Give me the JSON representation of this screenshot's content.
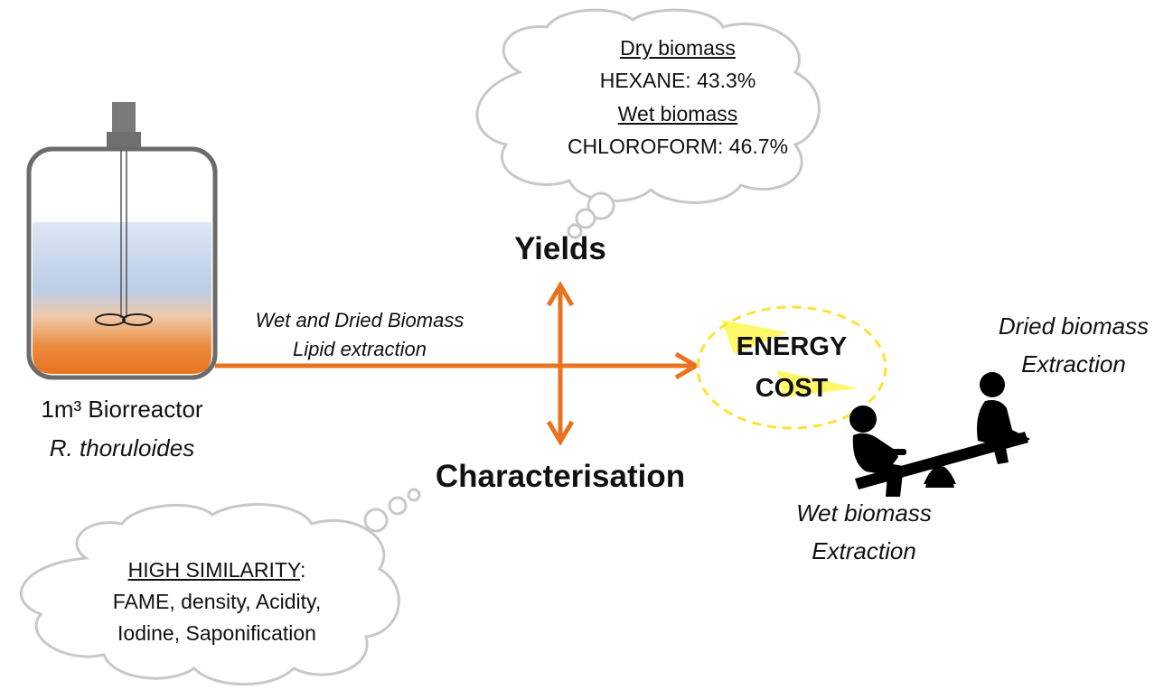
{
  "bioreactor": {
    "name": "1m³ Biorreactor",
    "organism": "R. thoruloides"
  },
  "process_arrow": {
    "line1": "Wet and Dried Biomass",
    "line2": "Lipid extraction"
  },
  "yields": {
    "title": "Yields",
    "cloud": {
      "dry_heading": "Dry biomass",
      "dry_value": "HEXANE: 43.3%",
      "wet_heading": "Wet biomass",
      "wet_value": "CHLOROFORM: 46.7%"
    }
  },
  "characterisation": {
    "title": "Characterisation",
    "cloud": {
      "heading": "HIGH SIMILARITY",
      "heading_suffix": ":",
      "line1": "FAME, density, Acidity,",
      "line2": "Iodine, Saponification"
    }
  },
  "energy": {
    "line1": "ENERGY",
    "line2": "COST"
  },
  "seesaw": {
    "dried_line1": "Dried biomass",
    "dried_line2": "Extraction",
    "wet_line1": "Wet biomass",
    "wet_line2": "Extraction"
  },
  "colors": {
    "arrow": "#E8731E",
    "cloud_stroke": "#c8c8c8",
    "energy_dash": "#FFE135",
    "lightning": "#FFF86A",
    "liquid_top": "#c9d8ee",
    "liquid_bottom": "#e8731e"
  }
}
